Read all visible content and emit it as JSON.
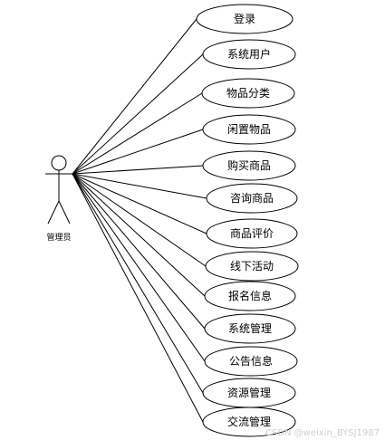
{
  "actor": {
    "name": "管理员"
  },
  "use_cases": [
    {
      "label": "登录"
    },
    {
      "label": "系统用户"
    },
    {
      "label": "物品分类"
    },
    {
      "label": "闲置物品"
    },
    {
      "label": "购买商品"
    },
    {
      "label": "咨询商品"
    },
    {
      "label": "商品评价"
    },
    {
      "label": "线下活动"
    },
    {
      "label": "报名信息"
    },
    {
      "label": "系统管理"
    },
    {
      "label": "公告信息"
    },
    {
      "label": "资源管理"
    },
    {
      "label": "交流管理"
    }
  ],
  "watermark": "CSDN @weixin_BYSJ1987"
}
